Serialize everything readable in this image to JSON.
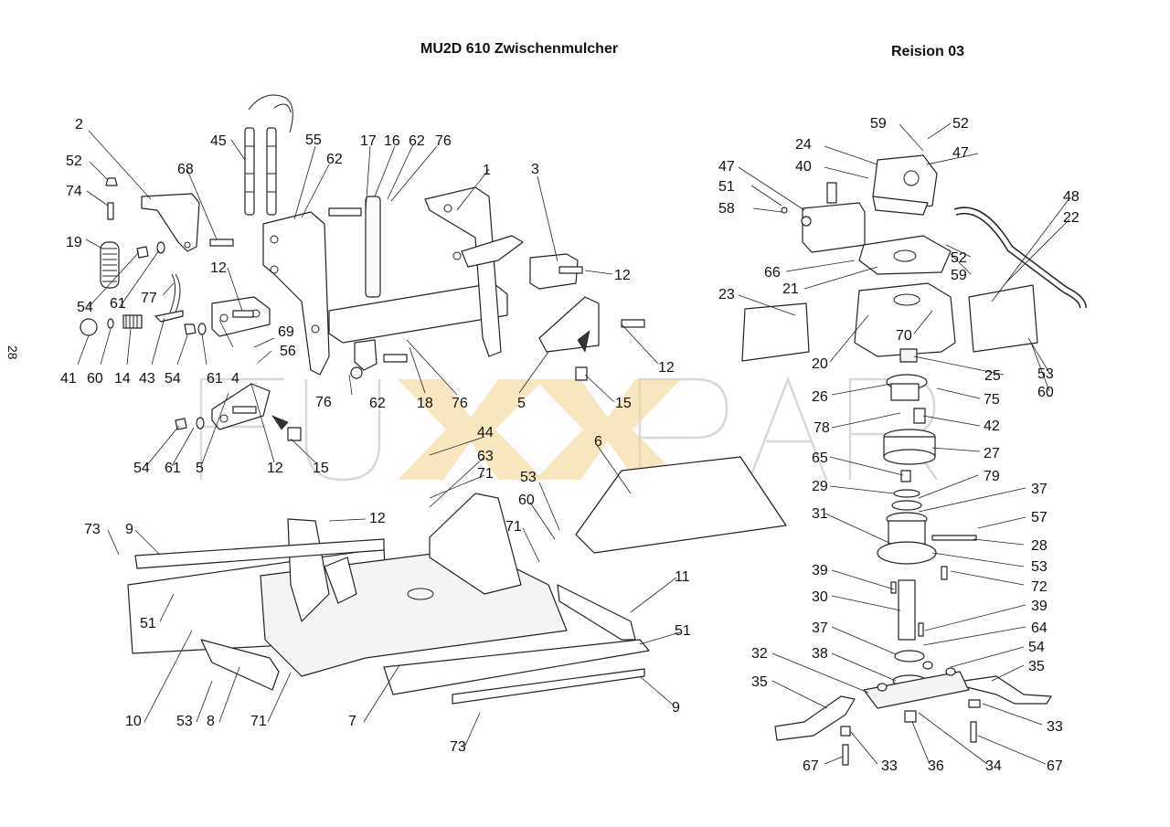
{
  "header": {
    "title": "MU2D 610 Zwischenmulcher",
    "revision": "Reision 03"
  },
  "page_number": "28",
  "watermark": "FUXXPARTS",
  "callouts": [
    "2",
    "52",
    "74",
    "19",
    "54",
    "61",
    "77",
    "41",
    "60",
    "14",
    "43",
    "54",
    "61",
    "4",
    "68",
    "45",
    "12",
    "55",
    "62",
    "17",
    "16",
    "62",
    "76",
    "69",
    "56",
    "1",
    "3",
    "12",
    "12",
    "76",
    "62",
    "18",
    "76",
    "5",
    "15",
    "54",
    "61",
    "5",
    "12",
    "15",
    "44",
    "63",
    "71",
    "6",
    "53",
    "60",
    "71",
    "73",
    "9",
    "12",
    "51",
    "10",
    "53",
    "8",
    "71",
    "7",
    "11",
    "51",
    "9",
    "73",
    "59",
    "52",
    "24",
    "47",
    "40",
    "47",
    "51",
    "58",
    "48",
    "22",
    "52",
    "59",
    "66",
    "21",
    "23",
    "70",
    "20",
    "53",
    "60",
    "25",
    "26",
    "75",
    "78",
    "42",
    "27",
    "65",
    "29",
    "79",
    "37",
    "57",
    "31",
    "28",
    "53",
    "39",
    "72",
    "30",
    "39",
    "37",
    "64",
    "38",
    "54",
    "32",
    "35",
    "35",
    "33",
    "67",
    "33",
    "36",
    "34",
    "67"
  ]
}
